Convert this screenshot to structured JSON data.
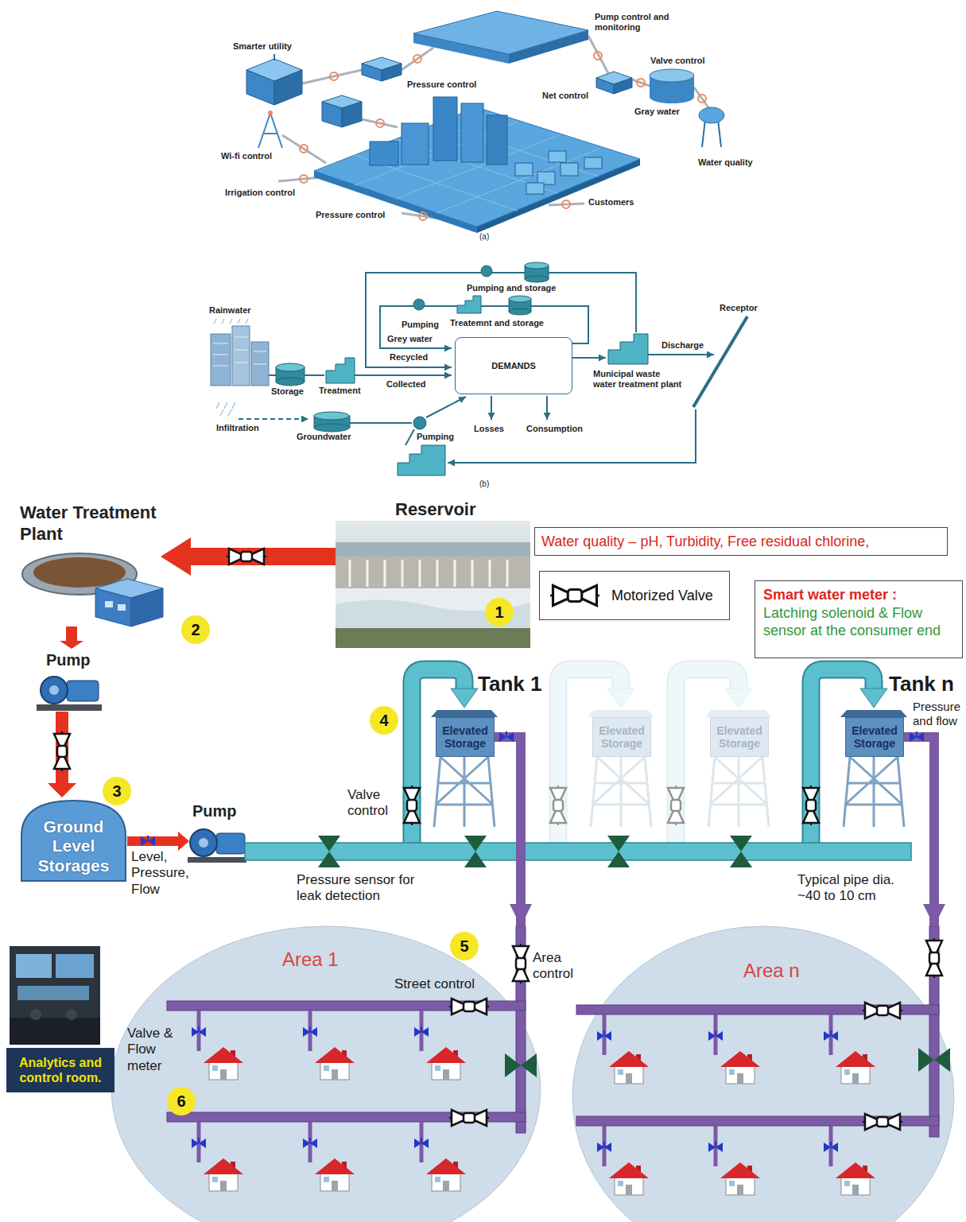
{
  "diagram": {
    "nodes": [
      {
        "text": [
          "DEMANDS"
        ]
      },
      {
        "text": [
          "Water quality – pH, Turbidity, Free residual chlorine,"
        ]
      },
      {
        "text": [
          "Smart water meter :",
          "Latching solenoid & Flow sensor at the consumer end"
        ]
      },
      {
        "text": [
          "Ground Level Storages"
        ]
      },
      {
        "text": [
          "Tank 1",
          "Elevated Storage"
        ]
      },
      {
        "text": [
          "Elevated Storage"
        ]
      },
      {
        "text": [
          "Elevated Storage"
        ]
      },
      {
        "text": [
          "Tank n",
          "Elevated Storage"
        ]
      },
      {
        "text": [
          "Area 1"
        ]
      },
      {
        "text": [
          "Area n"
        ]
      },
      {
        "text": [
          "Analytics and control room."
        ]
      }
    ],
    "edges": [
      {
        "from": 4,
        "to": 8,
        "arrow": "to"
      },
      {
        "from": 7,
        "to": 9,
        "arrow": "to"
      }
    ],
    "labels": [
      "Pump control and monitoring",
      "Smarter utility",
      "Valve control",
      "Pressure control",
      "Net control",
      "Gray water",
      "Wi-fi control",
      "Water quality",
      "Irrigation control",
      "Pressure control",
      "Customers",
      "(a)",
      "Pumping and storage",
      "Receptor",
      "Rainwater",
      "Pumping",
      "Treatemnt and storage",
      "Grey water",
      "Recycled",
      "Discharge",
      "Municipal waste water treatment plant",
      "Storage",
      "Treatment",
      "Collected",
      "Infiltration",
      "Groundwater",
      "Pumping",
      "Losses",
      "Consumption",
      "(b)",
      "Water Treatment Plant",
      "Reservoir",
      "1",
      "2",
      "Pump",
      "3",
      "Pump",
      "4",
      "Valve control",
      "Level, Pressure, Flow",
      "Pressure sensor for leak detection",
      "Pressure and flow",
      "Typical pipe dia. ~40 to 10 cm",
      "5",
      "Area control",
      "Street control",
      "Valve & Flow meter",
      "6"
    ],
    "legend": [
      {
        "text": "Motorized Valve"
      }
    ]
  }
}
